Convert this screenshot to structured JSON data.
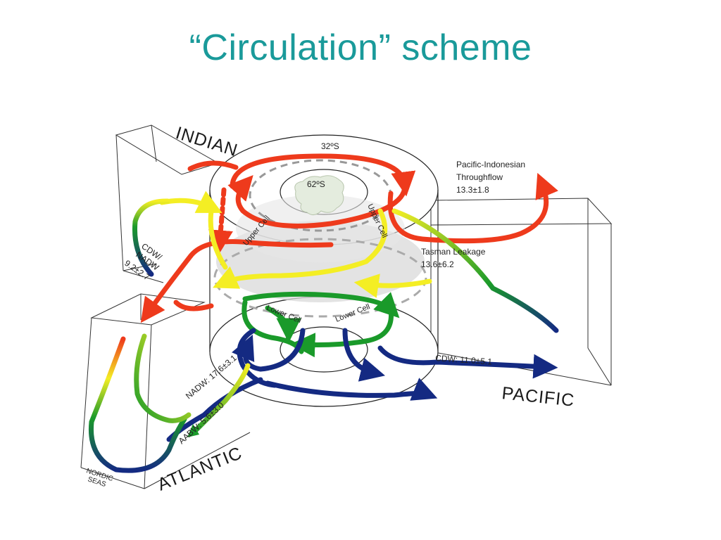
{
  "slide": {
    "title": "“Circulation” scheme"
  },
  "diagram": {
    "basins": {
      "indian": "INDIAN",
      "atlantic": "ATLANTIC",
      "pacific": "PACIFIC"
    },
    "latitudes": {
      "outer": "32ºS",
      "inner": "62ºS"
    },
    "labels": {
      "throughflow_line1": "Pacific-Indonesian",
      "throughflow_line2": "Throughflow",
      "throughflow_value": "13.3±1.8",
      "tasman_line1": "Tasman Leakage",
      "tasman_value": "13.6±6.2",
      "cdw_pacific": "CDW: 11.0±5.1",
      "cdw_nadw_line1": "CDW/",
      "cdw_nadw_line2": "NADW",
      "cdw_nadw_value": "9.2±2.7",
      "nadw": "NADW: 17.6±3.1",
      "aabw": "AABW: 5.6±3.0",
      "nordic_line1": "NORDIC",
      "nordic_line2": "SEAS",
      "upper_cell_left": "Upper Cell",
      "upper_cell_right": "Upper Cell",
      "lower_cell_left": "Lower Cell",
      "lower_cell_right": "Lower Cell"
    },
    "colors": {
      "title": "#1a9a9a",
      "upper_red": "#ee3a1c",
      "upper_yellow": "#f4ee24",
      "lower_green": "#1a9a2a",
      "deep_navy": "#142a82",
      "dashed_ring": "#999999",
      "continent": "#e4ecde",
      "shaded_band": "#d9d9d9"
    }
  }
}
